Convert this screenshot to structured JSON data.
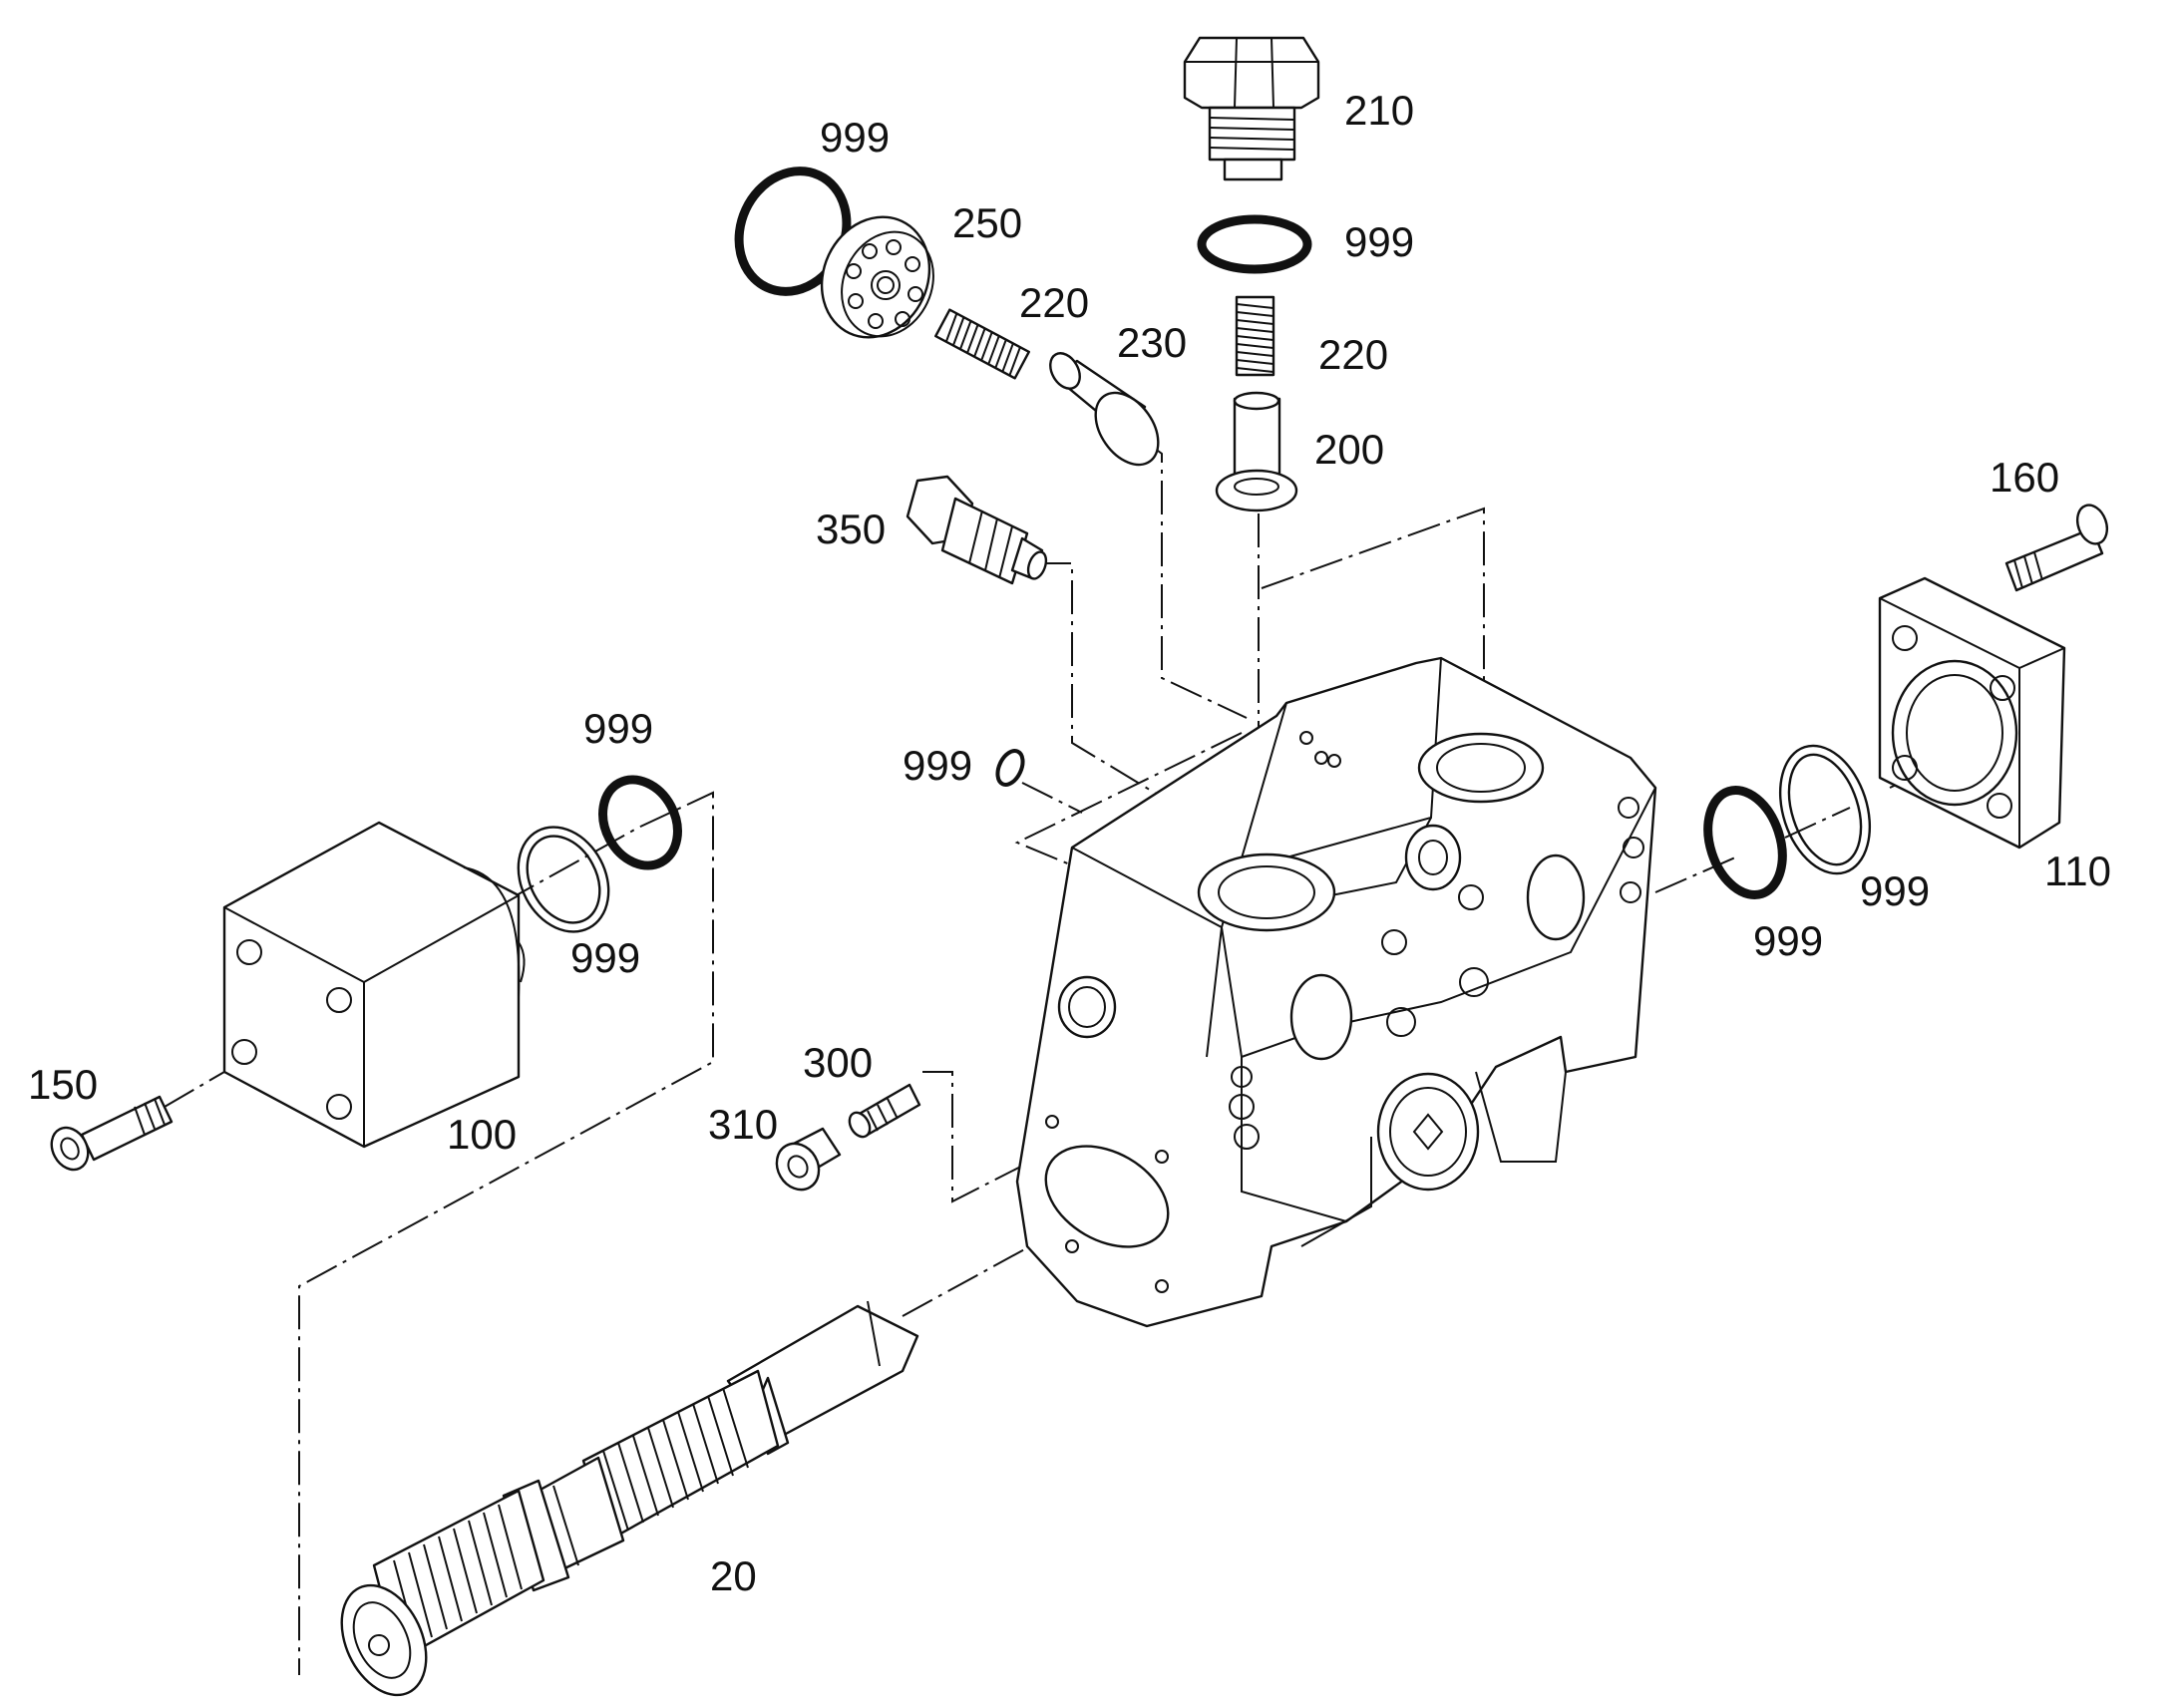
{
  "callouts": {
    "c210": "210",
    "c999_top": "999",
    "c250": "250",
    "c999_plug": "999",
    "c220_left": "220",
    "c230": "230",
    "c220_right": "220",
    "c200": "200",
    "c350": "350",
    "c160": "160",
    "c999_left_top": "999",
    "c999_body": "999",
    "c999_left_bottom": "999",
    "c150": "150",
    "c100": "100",
    "c300": "300",
    "c310": "310",
    "c999_right_inner": "999",
    "c999_right_outer": "999",
    "c110": "110",
    "c20": "20"
  }
}
